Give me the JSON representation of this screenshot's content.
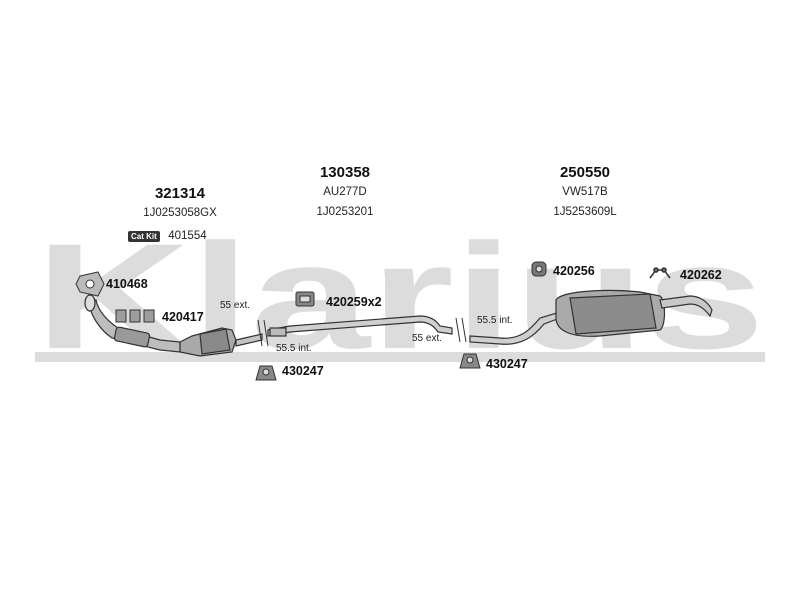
{
  "watermark": {
    "text": "Klarius",
    "color": "#d9d9d9"
  },
  "groups": [
    {
      "part_number": "321314",
      "ref": "",
      "oem": "1J0253058GX"
    },
    {
      "part_number": "130358",
      "ref": "AU277D",
      "oem": "1J0253201"
    },
    {
      "part_number": "250550",
      "ref": "VW517B",
      "oem": "1J5253609L"
    }
  ],
  "catkit": {
    "badge": "Cat Kit",
    "number": "401554"
  },
  "parts": {
    "p410468": "410468",
    "p420417": "420417",
    "p420259": "420259x2",
    "p430247a": "430247",
    "p430247b": "430247",
    "p420256": "420256",
    "p420262": "420262"
  },
  "dimensions": {
    "d55ext_a": "55 ext.",
    "d555int_a": "55.5 int.",
    "d55ext_b": "55 ext.",
    "d555int_b": "55.5 int."
  },
  "colors": {
    "line": "#333333",
    "part_fill": "#b0b0b0",
    "part_dark": "#7a7a7a",
    "wm_bar": "#d9d9d9"
  }
}
